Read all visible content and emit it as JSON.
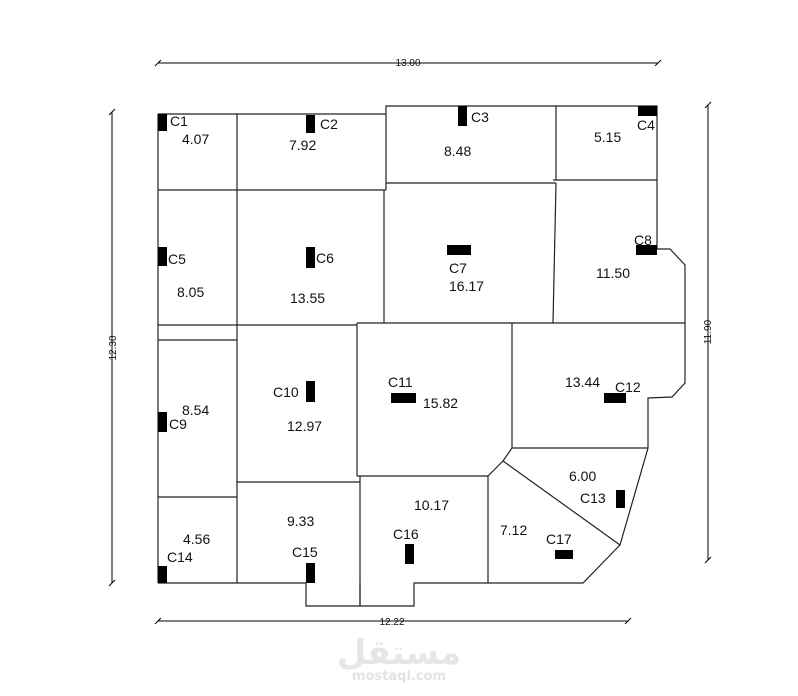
{
  "dimensions": {
    "top": "13.00",
    "left": "12.30",
    "right": "11.90",
    "bottom": "12.22"
  },
  "columns": [
    "C1",
    "C2",
    "C3",
    "C4",
    "C5",
    "C6",
    "C7",
    "C8",
    "C9",
    "C10",
    "C11",
    "C12",
    "C13",
    "C14",
    "C15",
    "C16",
    "C17"
  ],
  "areas": [
    "4.07",
    "7.92",
    "8.48",
    "5.15",
    "8.05",
    "13.55",
    "16.17",
    "11.50",
    "8.54",
    "12.97",
    "15.82",
    "13.44",
    "6.00",
    "4.56",
    "9.33",
    "10.17",
    "7.12"
  ],
  "watermark": {
    "brand_ar": "مستقل",
    "brand_en": "mostaql.com"
  }
}
